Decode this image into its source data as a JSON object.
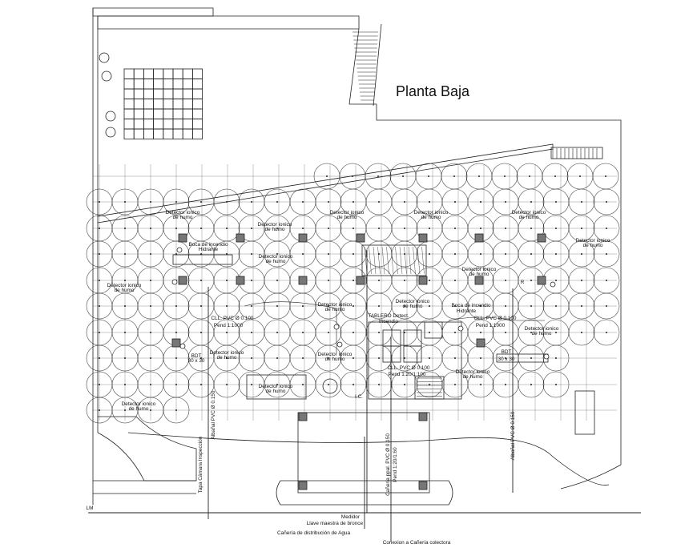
{
  "title": "Planta Baja",
  "detector_label": [
    "Detector ionico",
    "de humo"
  ],
  "boca_label": [
    "Boca de incendio",
    "Hidrante"
  ],
  "tablero": [
    "TABLERO Detect.",
    "Incendio"
  ],
  "bdt": [
    "BDT",
    "30 x 30"
  ],
  "cll_left": [
    "CLL. PVC Ø 0.100",
    "Pend 1:1000"
  ],
  "cll_right": [
    "CLL. PVC Ø 0.100",
    "Pend 1:1000"
  ],
  "cll_mid": [
    "CLL. PVC Ø 0.100",
    "Pend 1:20/1:100"
  ],
  "caneria_ppal": [
    "Cañería ppal. PVC Ø 0.150",
    "Pend 1:20/1:60"
  ],
  "albanal_left": "Albañal PVC Ø 0.150",
  "albanal_right": "Albañal PVC Ø 0.150",
  "small_vertical": "Tapa Cámara Inspección",
  "ic_label": "I.C.",
  "medidor": "Medidor",
  "llave": "Llave maestra de bronce",
  "canaria_agua": "Cañería de distribución de Agua",
  "conexion": "Conexion a Cañería colectora",
  "lm": "LM",
  "r_label": "R"
}
